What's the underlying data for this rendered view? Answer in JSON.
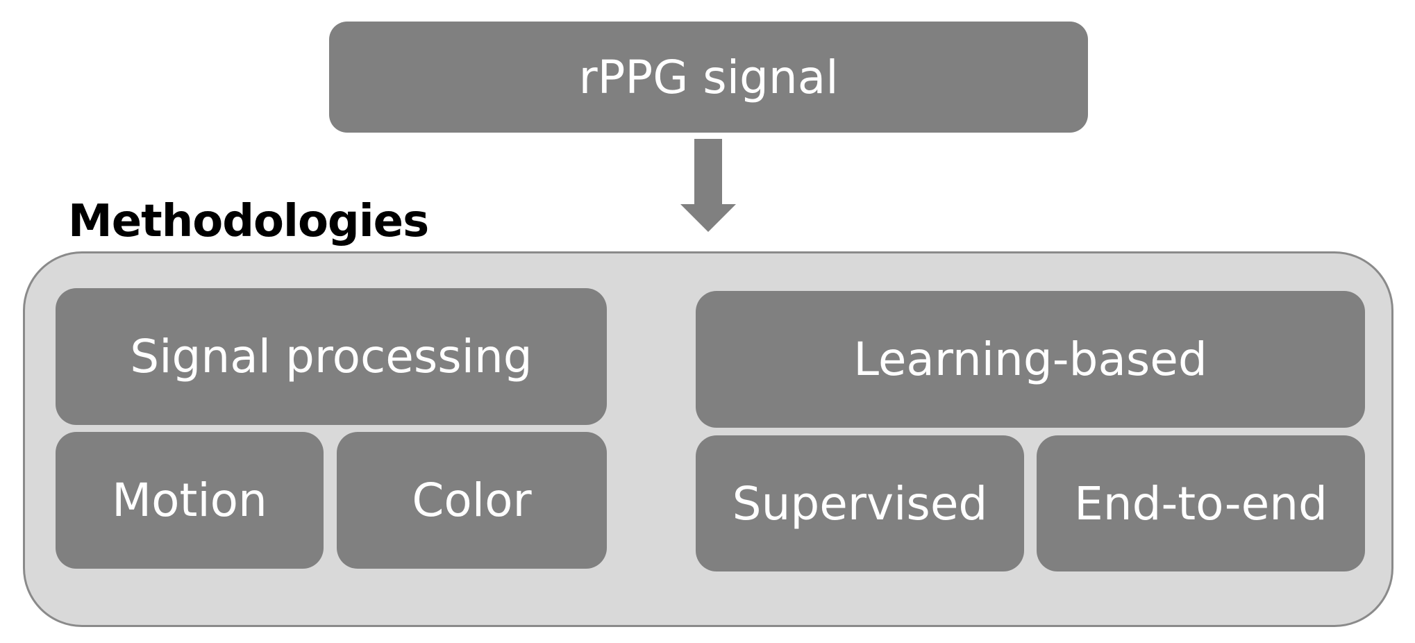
{
  "source": {
    "label": "rPPG signal"
  },
  "methodologies": {
    "title": "Methodologies",
    "groups": [
      {
        "label": "Signal processing",
        "children": [
          "Motion",
          "Color"
        ]
      },
      {
        "label": "Learning-based",
        "children": [
          "Supervised",
          "End-to-end"
        ]
      }
    ]
  },
  "colors": {
    "box_fill": "#808080",
    "container_fill": "#d9d9d9",
    "container_border": "#8a8a8a",
    "box_text": "#ffffff",
    "title_text": "#000000"
  }
}
